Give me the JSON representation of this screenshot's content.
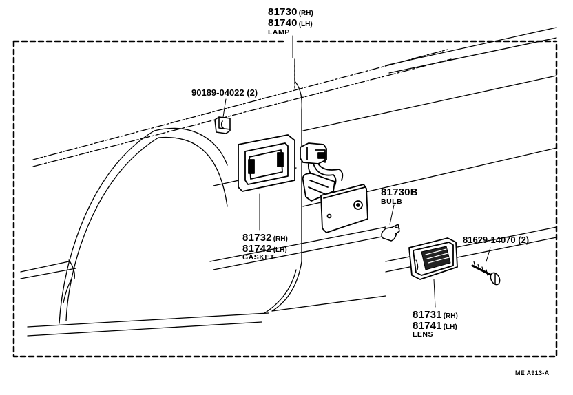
{
  "lamp": {
    "part_rh": "81730",
    "sfx_rh": "(RH)",
    "part_lh": "81740",
    "sfx_lh": "(LH)",
    "name": "LAMP"
  },
  "clip": {
    "part": "90189-04022 (2)"
  },
  "gasket": {
    "part_rh": "81732",
    "sfx_rh": "(RH)",
    "part_lh": "81742",
    "sfx_lh": "(LH)",
    "name": "GASKET"
  },
  "bulb": {
    "part": "81730B",
    "name": "BULB"
  },
  "screw": {
    "part": "81629-14070 (2)"
  },
  "lens": {
    "part_rh": "81731",
    "sfx_rh": "(RH)",
    "part_lh": "81741",
    "sfx_lh": "(LH)",
    "name": "LENS"
  },
  "footer": {
    "code": "ME  A913-A"
  }
}
